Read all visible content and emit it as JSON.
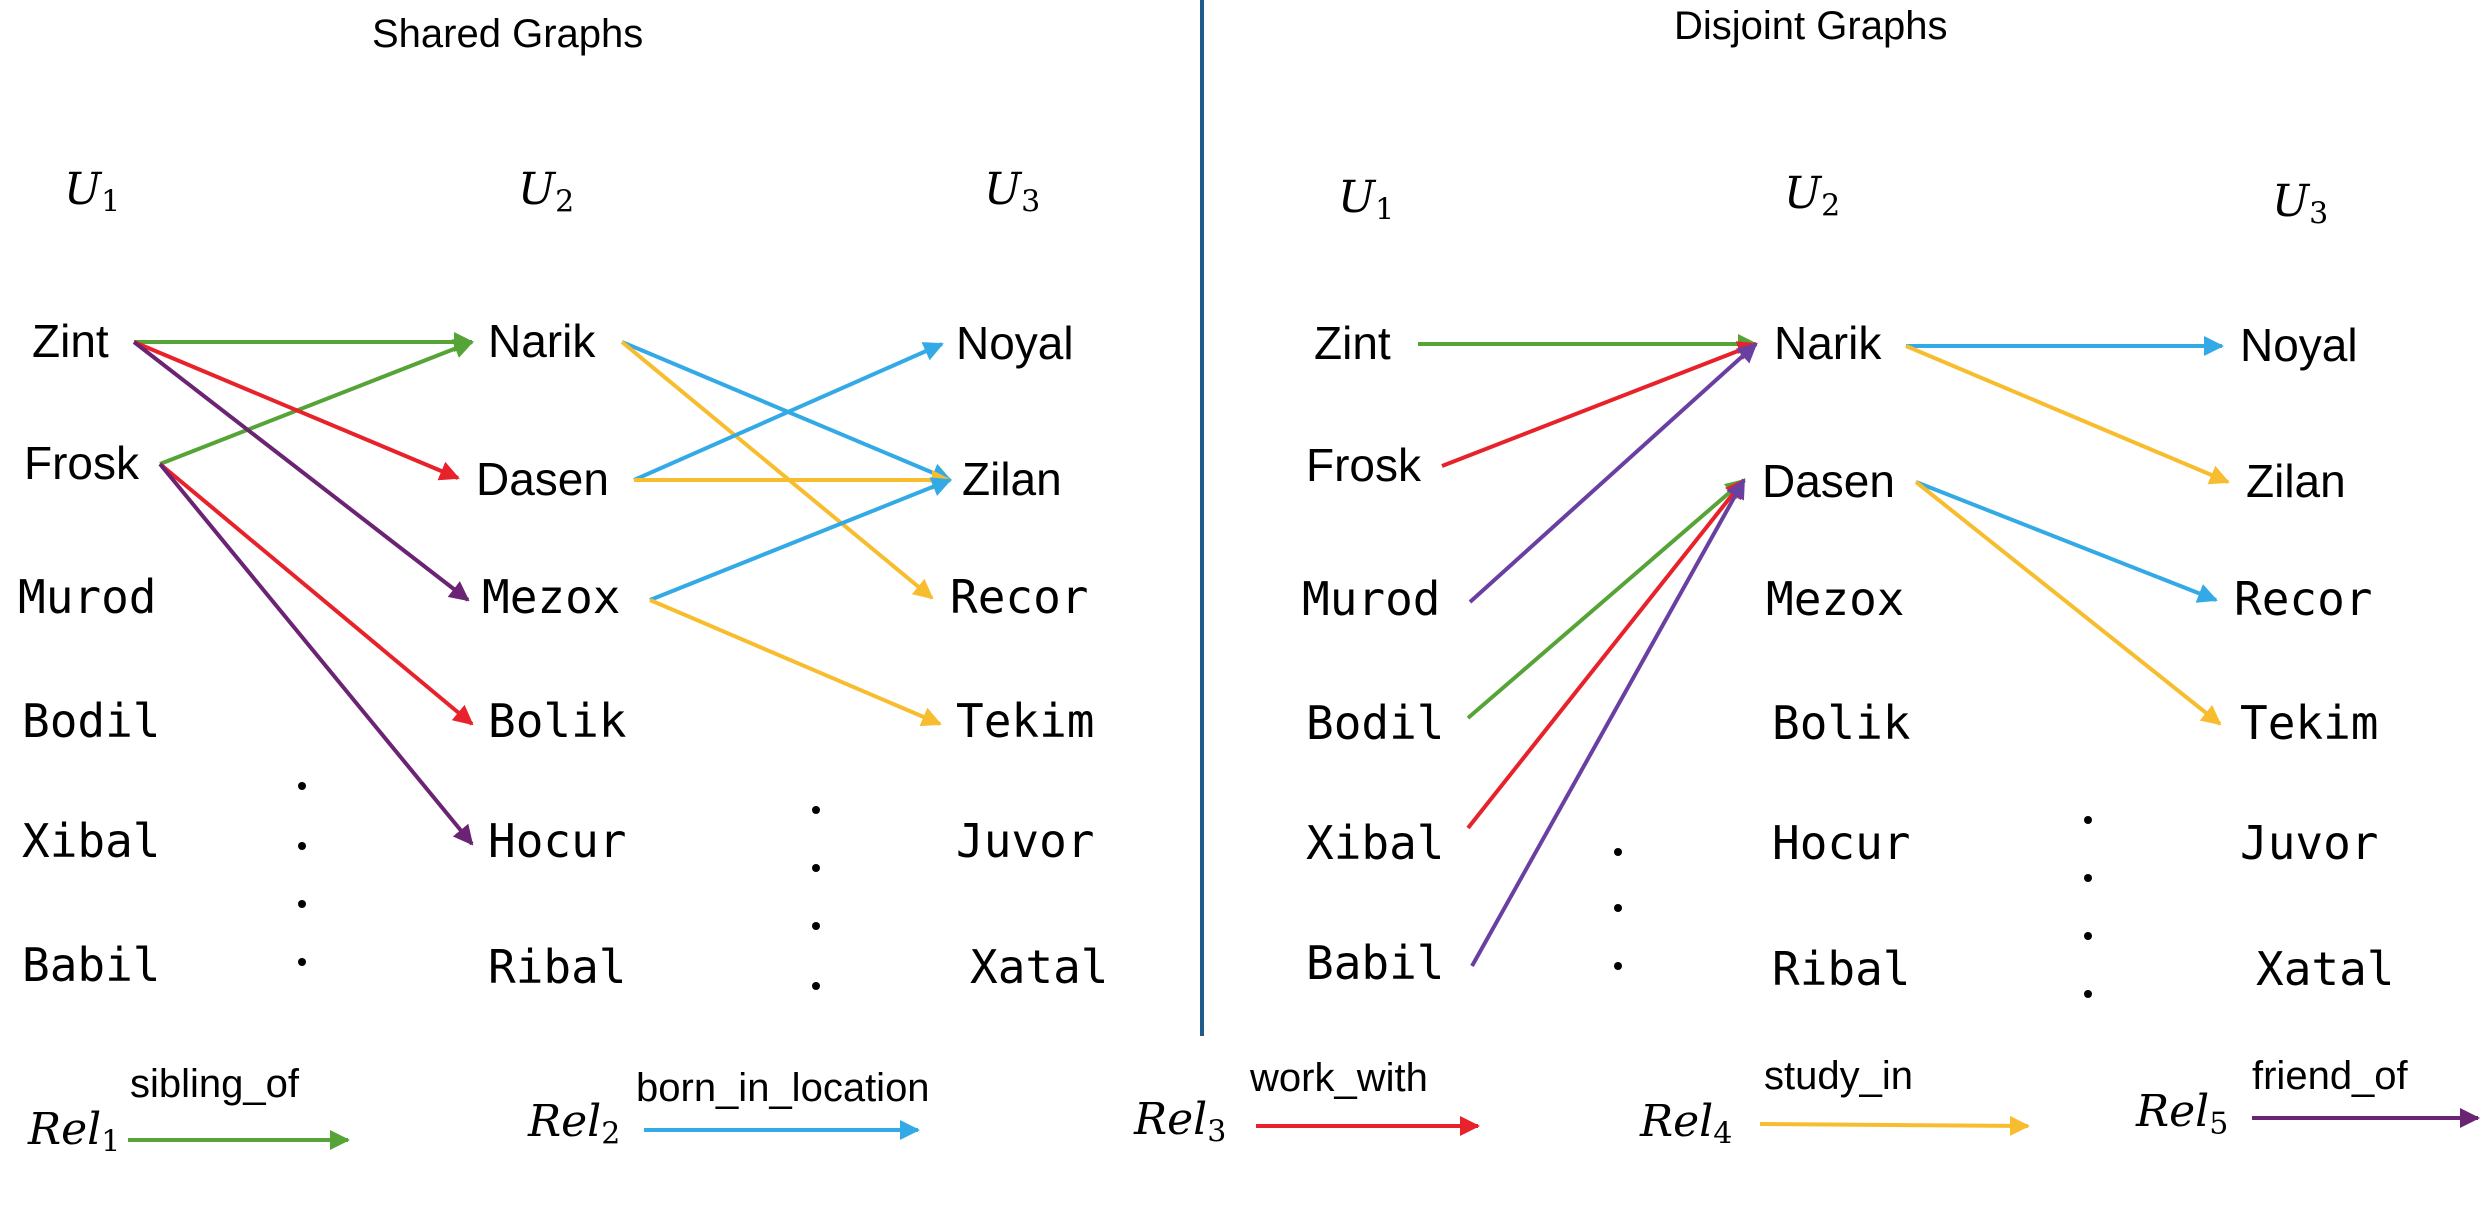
{
  "panels": {
    "shared": {
      "title": "Shared Graphs",
      "columns": [
        {
          "symbol": "U",
          "subscript": "1"
        },
        {
          "symbol": "U",
          "subscript": "2"
        },
        {
          "symbol": "U",
          "subscript": "3"
        }
      ],
      "u1_nodes": [
        "Zint",
        "Frosk",
        "Murod",
        "Bodil",
        "Xibal",
        "Babil"
      ],
      "u2_nodes": [
        "Narik",
        "Dasen",
        "Mezox",
        "Bolik",
        "Hocur",
        "Ribal"
      ],
      "u3_nodes": [
        "Noyal",
        "Zilan",
        "Recor",
        "Tekim",
        "Juvor",
        "Xatal"
      ],
      "edges": [
        {
          "from": "Zint",
          "to": "Narik",
          "relation": "sibling_of"
        },
        {
          "from": "Frosk",
          "to": "Narik",
          "relation": "sibling_of"
        },
        {
          "from": "Zint",
          "to": "Dasen",
          "relation": "work_with"
        },
        {
          "from": "Zint",
          "to": "Mezox",
          "relation": "friend_of"
        },
        {
          "from": "Frosk",
          "to": "Bolik",
          "relation": "work_with"
        },
        {
          "from": "Frosk",
          "to": "Hocur",
          "relation": "friend_of"
        },
        {
          "from": "Narik",
          "to": "Zilan",
          "relation": "born_in_location"
        },
        {
          "from": "Narik",
          "to": "Recor",
          "relation": "study_in"
        },
        {
          "from": "Dasen",
          "to": "Noyal",
          "relation": "born_in_location"
        },
        {
          "from": "Dasen",
          "to": "Zilan",
          "relation": "study_in"
        },
        {
          "from": "Mezox",
          "to": "Zilan",
          "relation": "born_in_location"
        },
        {
          "from": "Mezox",
          "to": "Tekim",
          "relation": "study_in"
        }
      ]
    },
    "disjoint": {
      "title": "Disjoint Graphs",
      "columns": [
        {
          "symbol": "U",
          "subscript": "1"
        },
        {
          "symbol": "U",
          "subscript": "2"
        },
        {
          "symbol": "U",
          "subscript": "3"
        }
      ],
      "u1_nodes": [
        "Zint",
        "Frosk",
        "Murod",
        "Bodil",
        "Xibal",
        "Babil"
      ],
      "u2_nodes": [
        "Narik",
        "Dasen",
        "Mezox",
        "Bolik",
        "Hocur",
        "Ribal"
      ],
      "u3_nodes": [
        "Noyal",
        "Zilan",
        "Recor",
        "Tekim",
        "Juvor",
        "Xatal"
      ],
      "edges": [
        {
          "from": "Zint",
          "to": "Narik",
          "relation": "sibling_of"
        },
        {
          "from": "Frosk",
          "to": "Narik",
          "relation": "work_with"
        },
        {
          "from": "Murod",
          "to": "Narik",
          "relation": "friend_of"
        },
        {
          "from": "Bodil",
          "to": "Dasen",
          "relation": "sibling_of"
        },
        {
          "from": "Xibal",
          "to": "Dasen",
          "relation": "work_with"
        },
        {
          "from": "Babil",
          "to": "Dasen",
          "relation": "friend_of"
        },
        {
          "from": "Narik",
          "to": "Noyal",
          "relation": "born_in_location"
        },
        {
          "from": "Narik",
          "to": "Zilan",
          "relation": "study_in"
        },
        {
          "from": "Dasen",
          "to": "Recor",
          "relation": "born_in_location"
        },
        {
          "from": "Dasen",
          "to": "Tekim",
          "relation": "study_in"
        }
      ]
    }
  },
  "legend": [
    {
      "symbol": "Rel",
      "subscript": "1",
      "name": "sibling_of",
      "color": "#56a338"
    },
    {
      "symbol": "Rel",
      "subscript": "2",
      "name": "born_in_location",
      "color": "#33aae6"
    },
    {
      "symbol": "Rel",
      "subscript": "3",
      "name": "work_with",
      "color": "#e8222a"
    },
    {
      "symbol": "Rel",
      "subscript": "4",
      "name": "study_in",
      "color": "#f7bd2e"
    },
    {
      "symbol": "Rel",
      "subscript": "5",
      "name": "friend_of",
      "color": "#6b2473"
    }
  ],
  "disjoint_friend_color": "#6a3fa2",
  "divider_color": "#1f5c8a"
}
